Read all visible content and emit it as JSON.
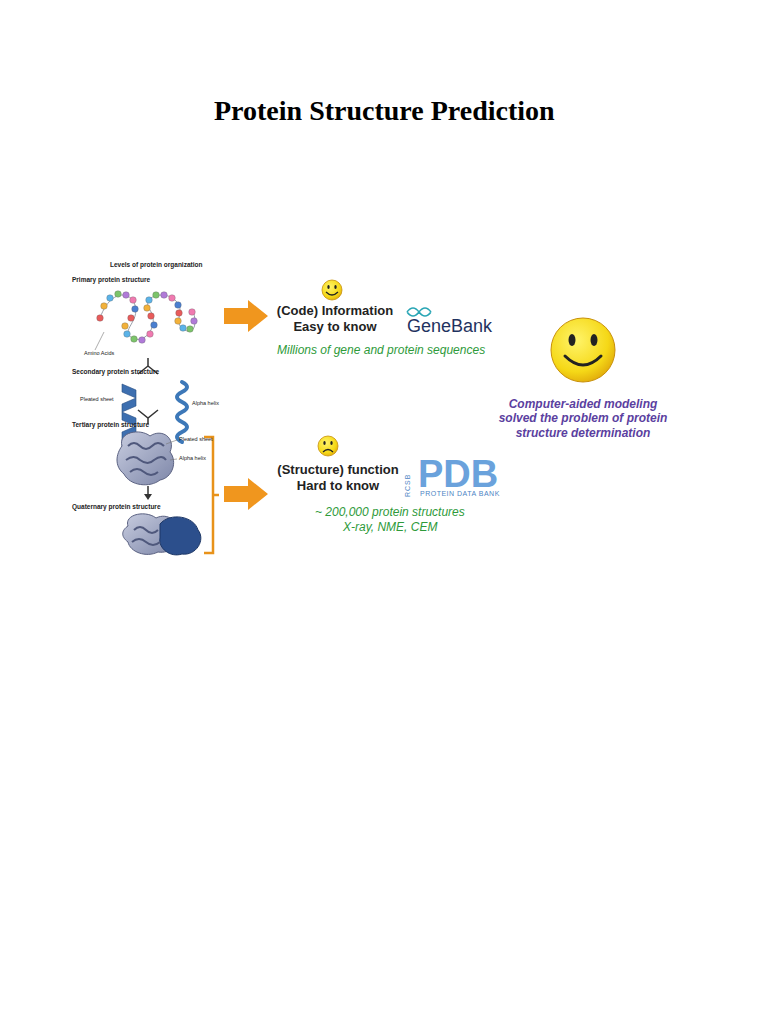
{
  "diagram": {
    "title": "Protein Structure Prediction",
    "labels": [
      "Levels of protein organization",
      "Primary protein structure",
      "Amino Acids",
      "Secondary protein structure",
      "Pleated sheet",
      "Alpha helix",
      "Tertiary protein structure",
      "Pleated sheet",
      "Alpha helix",
      "Quaternary protein structure",
      "(Code) Information Easy to know",
      "GeneBank",
      "Millions of gene and protein sequences",
      "Computer-aided modeling solved the problem of protein structure determination",
      "(Structure) function Hard to know",
      "RCSB",
      "PDB",
      "PROTEIN DATA BANK",
      "~ 200,000 protein structures",
      "X-ray, NME, CEM"
    ]
  }
}
